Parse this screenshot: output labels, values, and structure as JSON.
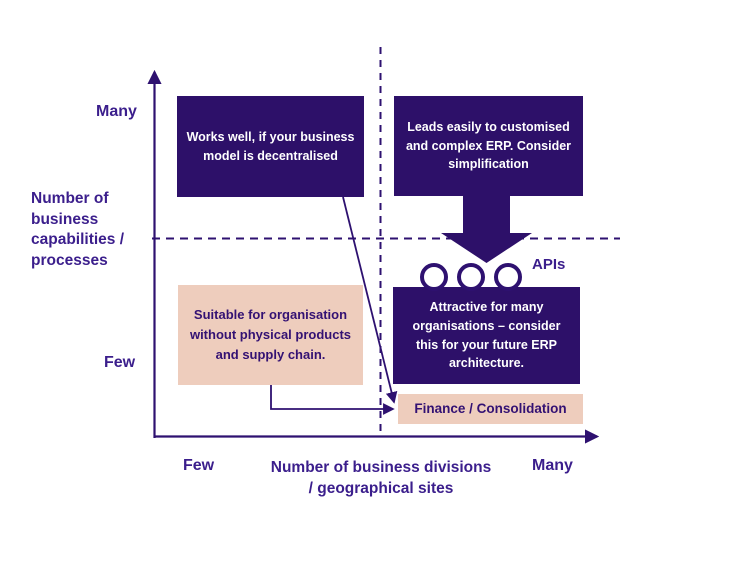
{
  "colors": {
    "purple_box": "#2D1069",
    "pink_box": "#EECDBD",
    "line": "#2E1170",
    "label_ink": "#3B1E8C",
    "pink_text": "#331173",
    "box_text_light": "#FFFFFF"
  },
  "diagram": {
    "y_axis": {
      "top_label": "Many",
      "bottom_label": "Few",
      "title": "Number of\nbusiness\ncapabilities /\nprocesses"
    },
    "x_axis": {
      "left_label": "Few",
      "right_label": "Many",
      "title": "Number of business divisions\n/ geographical sites"
    },
    "quadrants": {
      "top_left": {
        "text": "Works well, if your business\nmodel is decentralised"
      },
      "top_right": {
        "text": "Leads easily to customised\nand complex ERP. Consider\nsimplification"
      },
      "bottom_left": {
        "text": "Suitable for organisation\nwithout physical products\nand supply chain."
      },
      "bottom_right": {
        "text": "Attractive for many\norganisations – consider\nthis for your future ERP\narchitecture."
      }
    },
    "annotations": {
      "apis_label": "APIs",
      "finance_label": "Finance / Consolidation"
    }
  }
}
